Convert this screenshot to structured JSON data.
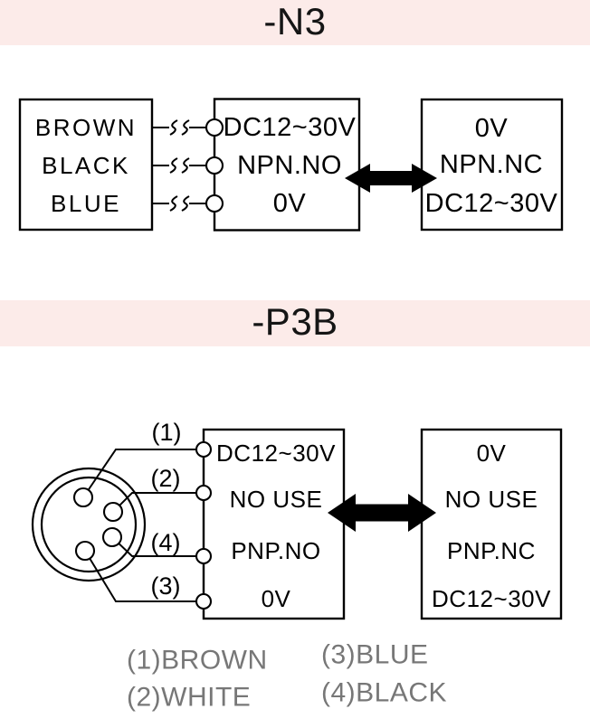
{
  "colors": {
    "header_band": "#fcebe9",
    "diagram_ink": "#000000",
    "legend_text": "#777777"
  },
  "n3": {
    "title": "-N3",
    "cable_box": [
      "BROWN",
      "BLACK",
      "BLUE"
    ],
    "output_box": [
      "DC12~30V",
      "NPN.NO",
      "0V"
    ],
    "inverse_box": [
      "0V",
      "NPN.NC",
      "DC12~30V"
    ]
  },
  "p3b": {
    "title": "-P3B",
    "wire_labels": {
      "w1": "(1)",
      "w2": "(2)",
      "w4": "(4)",
      "w3": "(3)"
    },
    "output_box": [
      "DC12~30V",
      "NO USE",
      "PNP.NO",
      "0V"
    ],
    "inverse_box": [
      "0V",
      "NO USE",
      "PNP.NC",
      "DC12~30V"
    ],
    "legend": [
      "(1)BROWN",
      "(2)WHITE",
      "(3)BLUE",
      "(4)BLACK"
    ]
  }
}
